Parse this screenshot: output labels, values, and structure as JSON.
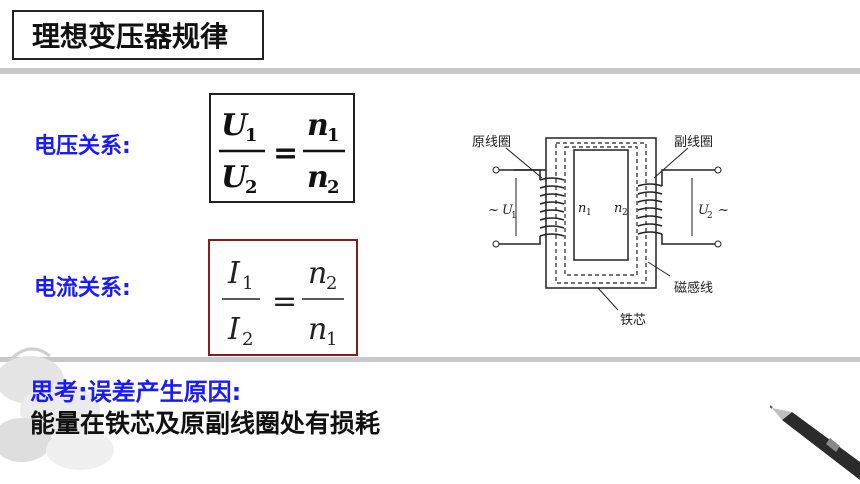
{
  "title": "理想变压器规律",
  "voltage": {
    "label": "电压关系:",
    "num_left": "U",
    "num_left_sub": "1",
    "den_left": "U",
    "den_left_sub": "2",
    "eq": "=",
    "num_right": "n",
    "num_right_sub": "1",
    "den_right": "n",
    "den_right_sub": "2"
  },
  "current": {
    "label": "电流关系:",
    "num_left": "I",
    "num_left_sub": "1",
    "den_left": "I",
    "den_left_sub": "2",
    "eq": "=",
    "num_right": "n",
    "num_right_sub": "2",
    "den_right": "n",
    "den_right_sub": "1"
  },
  "diagram": {
    "primary_coil": "原线圈",
    "secondary_coil": "副线圈",
    "magnetic_line": "磁感线",
    "iron_core": "铁芯",
    "u1": "U",
    "u1_sub": "1",
    "u2": "U",
    "u2_sub": "2",
    "n1": "n",
    "n1_sub": "1",
    "n2": "n",
    "n2_sub": "2",
    "tilde": "~"
  },
  "thinking": {
    "title": "思考:误差产生原因:",
    "body": "能量在铁芯及原副线圈处有损耗"
  },
  "colors": {
    "label_blue": "#1a1aff",
    "box_red": "#8b1a1a",
    "bar_gray": "#c8c8c8"
  }
}
